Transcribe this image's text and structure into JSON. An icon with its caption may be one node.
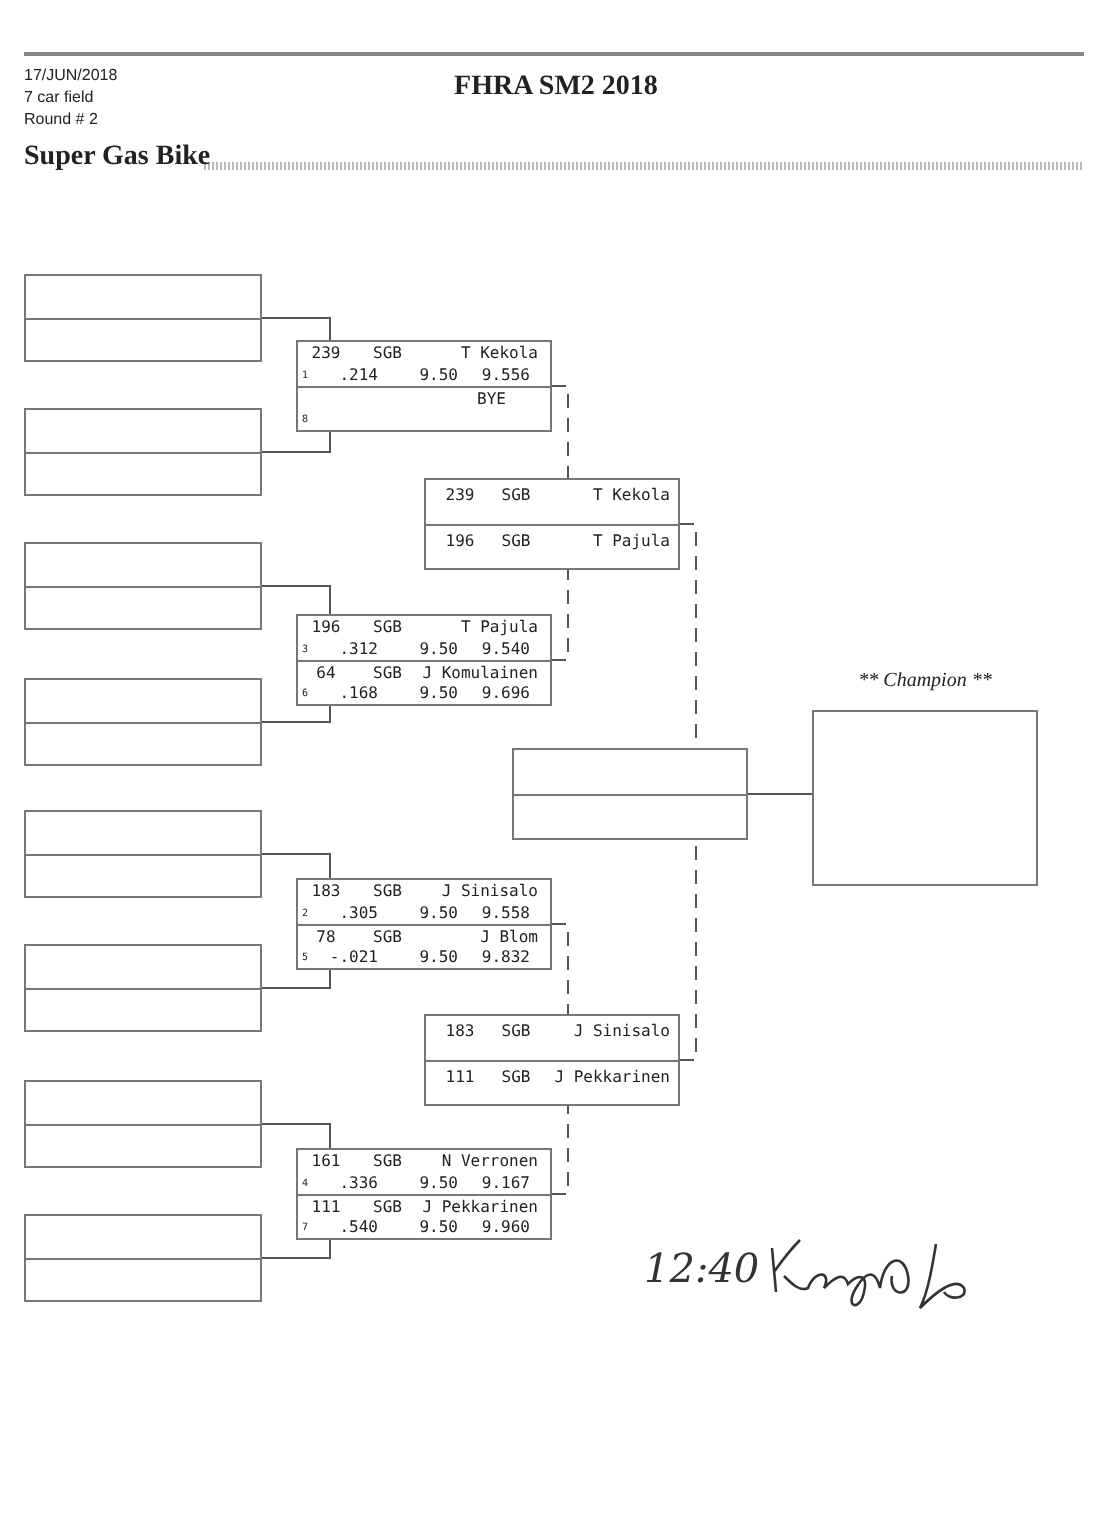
{
  "diagram": {
    "title": "FHRA SM2 2018",
    "nodes": [
      {
        "text": [],
        "shape": "box"
      },
      {
        "text": [],
        "shape": "box"
      },
      {
        "text": [],
        "shape": "box"
      },
      {
        "text": [],
        "shape": "box"
      },
      {
        "text": [],
        "shape": "box"
      },
      {
        "text": [],
        "shape": "box"
      },
      {
        "text": [],
        "shape": "box"
      },
      {
        "text": [],
        "shape": "box"
      },
      {
        "text": [
          "239",
          "SGB",
          "T Kekola",
          "1",
          ".214",
          "9.50",
          "9.556",
          "BYE",
          "8"
        ]
      },
      {
        "text": [
          "196",
          "SGB",
          "T Pajula",
          "3",
          ".312",
          "9.50",
          "9.540",
          "64",
          "SGB",
          "J Komulainen",
          "6",
          ".168",
          "9.50",
          "9.696"
        ]
      },
      {
        "text": [
          "183",
          "SGB",
          "J Sinisalo",
          "2",
          ".305",
          "9.50",
          "9.558",
          "78",
          "SGB",
          "J Blom",
          "5",
          "-.021",
          "9.50",
          "9.832"
        ]
      },
      {
        "text": [
          "161",
          "SGB",
          "N Verronen",
          "4",
          ".336",
          "9.50",
          "9.167",
          "111",
          "SGB",
          "J Pekkarinen",
          "7",
          ".540",
          "9.50",
          "9.960"
        ]
      },
      {
        "text": [
          "239",
          "SGB",
          "T Kekola",
          "196",
          "SGB",
          "T Pajula"
        ]
      },
      {
        "text": [
          "183",
          "SGB",
          "J Sinisalo",
          "111",
          "SGB",
          "J Pekkarinen"
        ]
      },
      {
        "text": [],
        "shape": "box"
      },
      {
        "text": [
          "** Champion **"
        ]
      }
    ],
    "edges": [
      {
        "from": 0,
        "to": 8,
        "arrow": "none"
      },
      {
        "from": 1,
        "to": 8,
        "arrow": "none"
      },
      {
        "from": 2,
        "to": 9,
        "arrow": "none"
      },
      {
        "from": 3,
        "to": 9,
        "arrow": "none"
      },
      {
        "from": 4,
        "to": 10,
        "arrow": "none"
      },
      {
        "from": 5,
        "to": 10,
        "arrow": "none"
      },
      {
        "from": 6,
        "to": 11,
        "arrow": "none"
      },
      {
        "from": 7,
        "to": 11,
        "arrow": "none"
      },
      {
        "from": 8,
        "to": 12,
        "arrow": "none",
        "style": "dashed"
      },
      {
        "from": 9,
        "to": 12,
        "arrow": "none",
        "style": "dashed"
      },
      {
        "from": 10,
        "to": 13,
        "arrow": "none",
        "style": "dashed"
      },
      {
        "from": 11,
        "to": 13,
        "arrow": "none",
        "style": "dashed"
      },
      {
        "from": 12,
        "to": 14,
        "arrow": "none",
        "style": "dashed"
      },
      {
        "from": 13,
        "to": 14,
        "arrow": "none",
        "style": "dashed"
      },
      {
        "from": 14,
        "to": 15,
        "arrow": "none"
      }
    ],
    "labels": [
      "17/JUN/2018",
      "7 car field",
      "Round # 2",
      "Super Gas Bike",
      "12:40"
    ]
  }
}
